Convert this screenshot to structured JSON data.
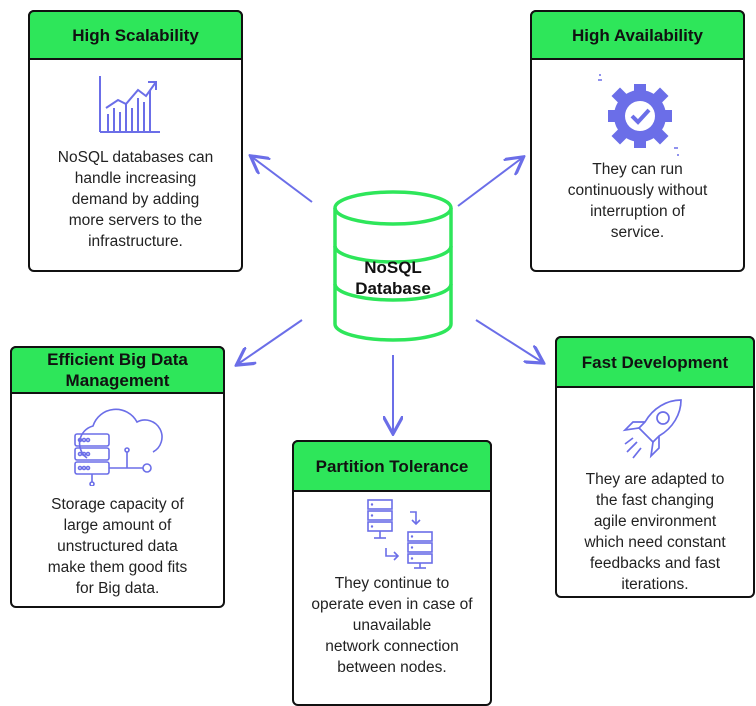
{
  "center": {
    "label_line1": "NoSQL",
    "label_line2": "Database",
    "accent": "#2ee65a"
  },
  "cards": {
    "scalability": {
      "title": "High Scalability",
      "icon": "growth-chart-icon",
      "lines": [
        "NoSQL databases can",
        "handle increasing",
        "demand by adding",
        "more servers to the",
        "infrastructure."
      ]
    },
    "availability": {
      "title": "High Availability",
      "icon": "gear-check-icon",
      "lines": [
        "They can run",
        "continuously  without",
        "interruption of",
        "service."
      ]
    },
    "bigdata": {
      "title_line1": "Efficient Big Data",
      "title_line2": "Management",
      "icon": "cloud-server-icon",
      "lines": [
        "Storage capacity of",
        "large amount of",
        "unstructured data",
        "make them good fits",
        "for Big data."
      ]
    },
    "partition": {
      "title": "Partition Tolerance",
      "icon": "server-sync-icon",
      "lines": [
        "They continue to",
        "operate even in case",
        "of",
        "unavailable",
        "network connection",
        "between nodes."
      ]
    },
    "development": {
      "title": "Fast Development",
      "icon": "rocket-icon",
      "lines": [
        "They are adapted to",
        "the fast changing",
        "agile environment",
        "which need constant",
        "feedbacks and fast",
        "iterations."
      ]
    }
  },
  "colors": {
    "header": "#2ee65a",
    "arrow": "#6b6ee8",
    "icon": "#6b6ee8"
  }
}
